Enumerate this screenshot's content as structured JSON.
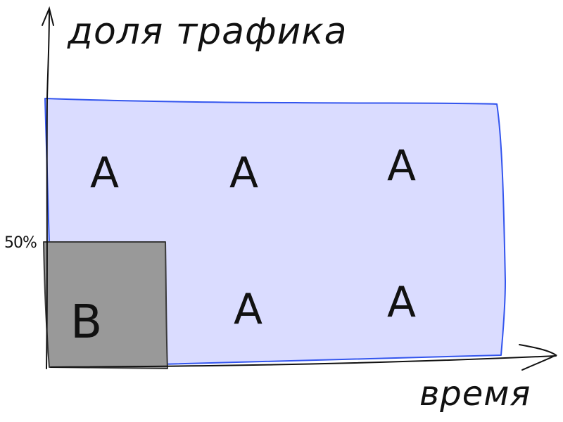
{
  "diagram": {
    "y_axis_label": "доля трафика",
    "x_axis_label": "время",
    "y_marker_label": "50%",
    "cells": [
      {
        "label": "A"
      },
      {
        "label": "A"
      },
      {
        "label": "A"
      },
      {
        "label": "B"
      },
      {
        "label": "A"
      },
      {
        "label": "A"
      }
    ]
  },
  "colors": {
    "region_a_fill": "#dadcff",
    "region_a_border": "#3355ee",
    "region_b_fill": "#999999",
    "region_b_border": "#3a3a3a",
    "axis": "#111111",
    "text": "#111111"
  }
}
